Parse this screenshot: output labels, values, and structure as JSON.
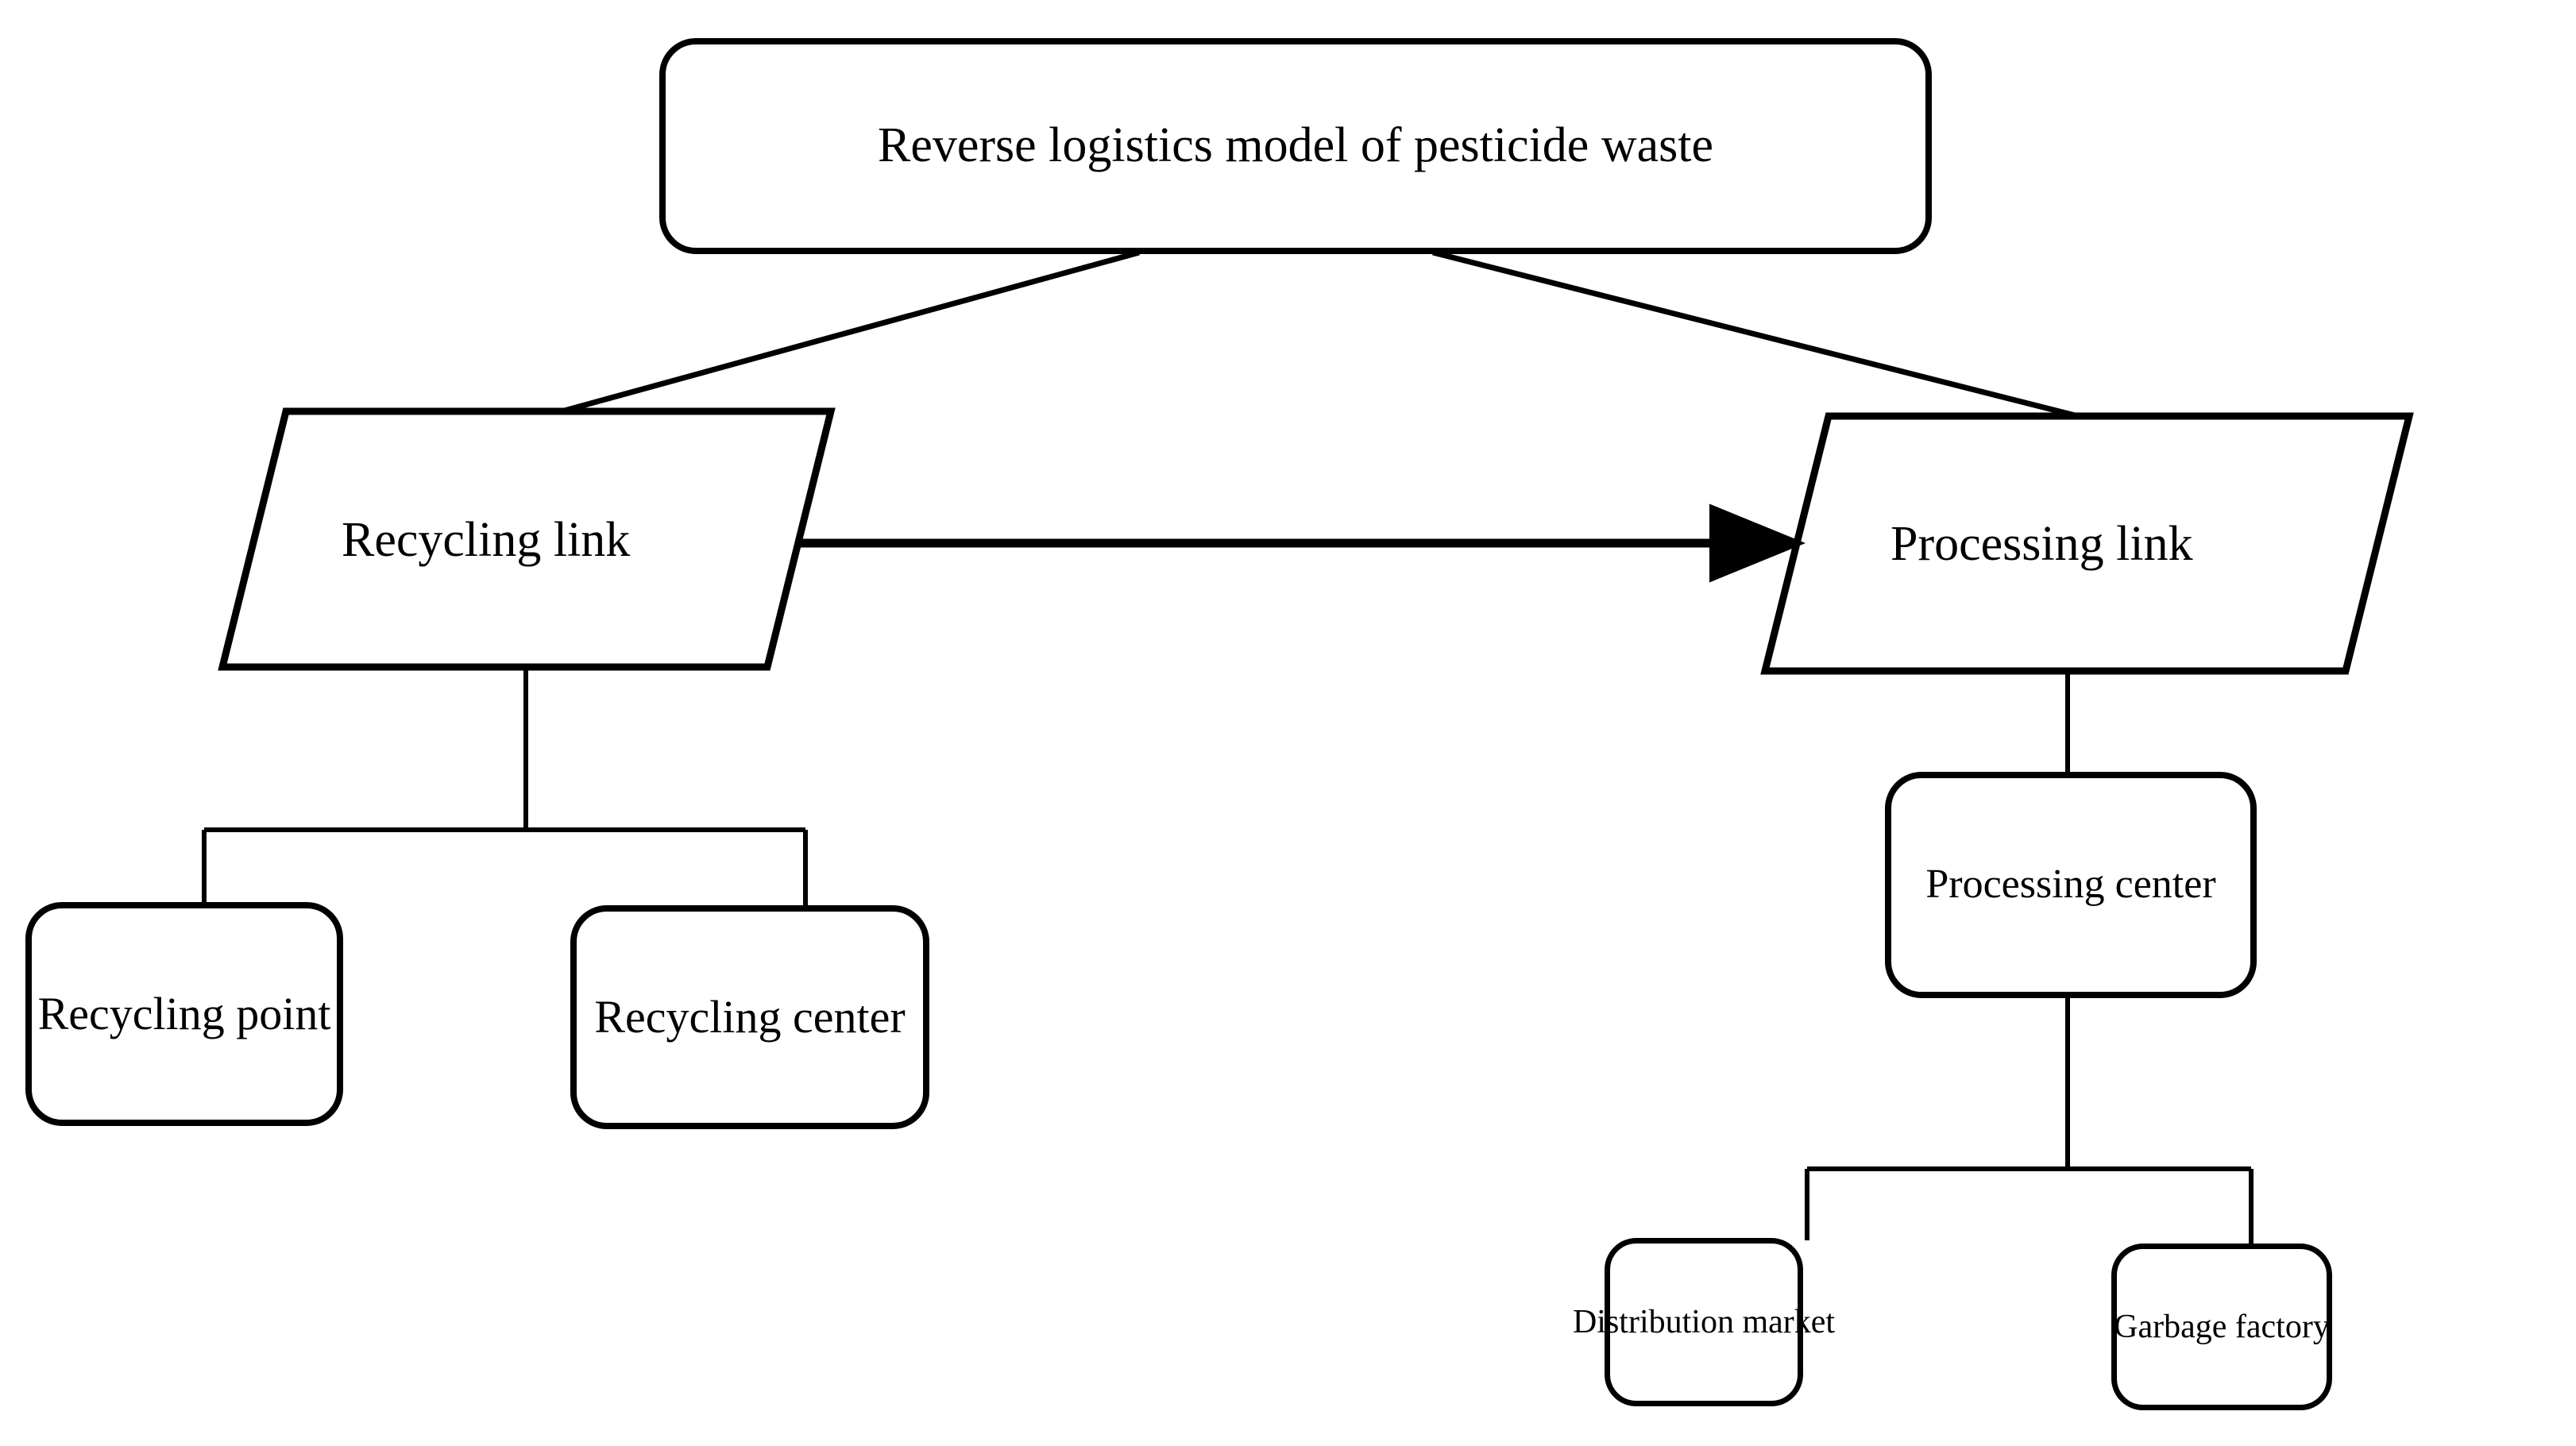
{
  "diagram": {
    "title": "Reverse logistics model of pesticide waste",
    "nodes": {
      "root": {
        "label": "Reverse logistics model of pesticide waste",
        "shape": "rounded-rectangle"
      },
      "recycling_link": {
        "label": "Recycling link",
        "shape": "parallelogram"
      },
      "processing_link": {
        "label": "Processing link",
        "shape": "parallelogram"
      },
      "recycling_point": {
        "label": "Recycling point",
        "shape": "rounded-rectangle"
      },
      "recycling_center": {
        "label": "Recycling center",
        "shape": "rounded-rectangle"
      },
      "processing_center": {
        "label": "Processing center",
        "shape": "rounded-rectangle"
      },
      "distribution_market": {
        "label": "Distribution market",
        "shape": "rounded-rectangle"
      },
      "garbage_factory": {
        "label": "Garbage factory",
        "shape": "rounded-rectangle"
      }
    },
    "edges": [
      {
        "from": "root",
        "to": "recycling_link",
        "style": "plain-diagonal"
      },
      {
        "from": "root",
        "to": "processing_link",
        "style": "plain-diagonal"
      },
      {
        "from": "recycling_link",
        "to": "processing_link",
        "style": "arrow"
      },
      {
        "from": "recycling_link",
        "to": "recycling_point",
        "style": "elbow"
      },
      {
        "from": "recycling_link",
        "to": "recycling_center",
        "style": "elbow"
      },
      {
        "from": "processing_link",
        "to": "processing_center",
        "style": "plain"
      },
      {
        "from": "processing_center",
        "to": "distribution_market",
        "style": "elbow"
      },
      {
        "from": "processing_center",
        "to": "garbage_factory",
        "style": "elbow"
      }
    ],
    "colors": {
      "background": "#ffffff",
      "stroke": "#000000",
      "text": "#000000"
    }
  }
}
